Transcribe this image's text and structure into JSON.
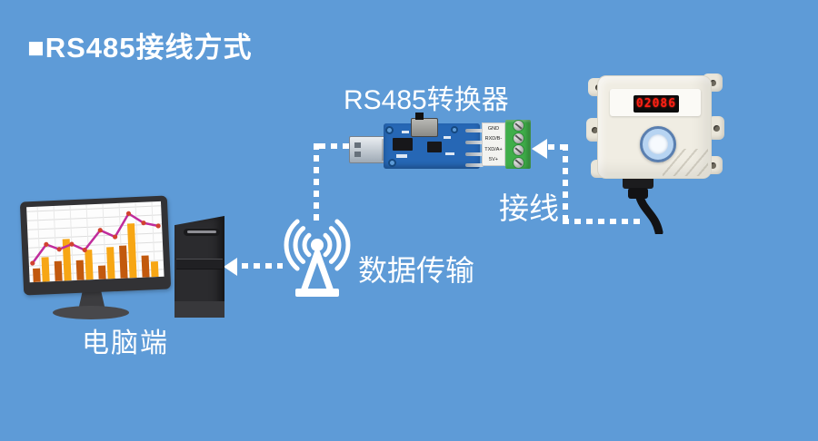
{
  "title": "■RS485接线方式",
  "colors": {
    "background": "#5E9BD7",
    "pcb_blue": "#2667B5",
    "terminal_green": "#3FAE49",
    "led_red": "#FF2014",
    "connector_white": "#FFFFFF"
  },
  "converter": {
    "label": "RS485转换器",
    "terminal_labels": [
      "GND",
      "RXD/B-",
      "TXD/A+",
      "5V+"
    ]
  },
  "sensor": {
    "display_value": "02086"
  },
  "connections": {
    "wiring_label": "接线",
    "transfer_label": "数据传输"
  },
  "computer": {
    "label": "电脑端"
  },
  "monitor_chart": {
    "type": "bar+line",
    "bar_heights": [
      15,
      27,
      22,
      46,
      22,
      33,
      15,
      35,
      36,
      60,
      24,
      17
    ],
    "bar_colors": [
      "#C2590E",
      "#F7A614"
    ],
    "line_points": [
      [
        4,
        62
      ],
      [
        20,
        42
      ],
      [
        34,
        48
      ],
      [
        48,
        43
      ],
      [
        62,
        50
      ],
      [
        80,
        29
      ],
      [
        96,
        37
      ],
      [
        112,
        12
      ],
      [
        128,
        23
      ],
      [
        144,
        27
      ]
    ],
    "line_color": "#C02C9C",
    "marker_color": "#D14230",
    "grid_color": "#DDDDDD"
  }
}
